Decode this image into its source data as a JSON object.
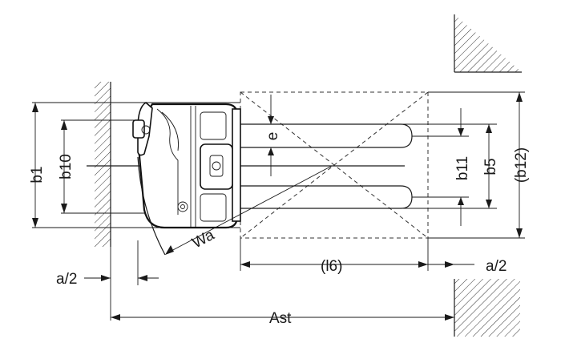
{
  "labels": {
    "b1": "b1",
    "b10": "b10",
    "e": "e",
    "b11": "b11",
    "b5": "b5",
    "b12": "(b12)",
    "wa": "Wa",
    "a2_left": "a/2",
    "l6": "(l6)",
    "a2_right": "a/2",
    "ast": "Ast"
  }
}
